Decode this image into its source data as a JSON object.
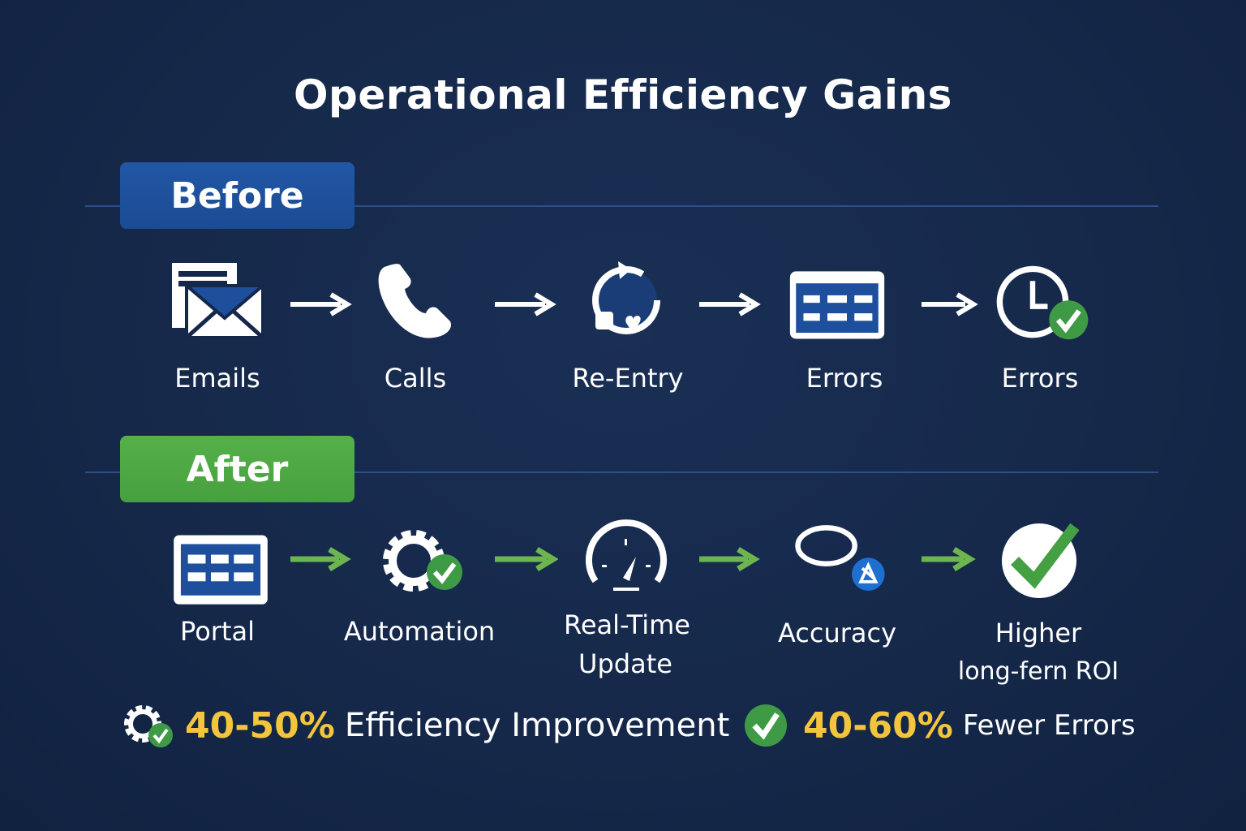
{
  "title": "Operational Efficiency Gains",
  "before": {
    "label": "Before",
    "steps": [
      {
        "label": "Emails",
        "icon": "email-icon"
      },
      {
        "label": "Calls",
        "icon": "phone-icon"
      },
      {
        "label": "Re-Entry",
        "icon": "refresh-icon"
      },
      {
        "label": "Errors",
        "icon": "grid-icon"
      },
      {
        "label": "Errors",
        "icon": "clock-check-icon"
      }
    ]
  },
  "after": {
    "label": "After",
    "steps": [
      {
        "label": "Portal",
        "icon": "portal-icon"
      },
      {
        "label": "Automation",
        "icon": "gear-check-icon"
      },
      {
        "label": "Real-Time",
        "label2": "Update",
        "icon": "speedometer-icon"
      },
      {
        "label": "Accuracy",
        "icon": "target-icon"
      },
      {
        "label": "Higher",
        "label2": "long-fern ROI",
        "icon": "check-circle-icon"
      }
    ]
  },
  "stats": [
    {
      "value": "40-50%",
      "text": "Efficiency Improvement",
      "icon": "gear-check-icon"
    },
    {
      "value": "40-60%",
      "text": "Fewer Errors",
      "icon": "check-shield-icon"
    }
  ],
  "colors": {
    "background": "#152849",
    "before": "#1d50a0",
    "after": "#4ea843",
    "highlight": "#f3c53d",
    "arrow_after": "#6cb54f"
  }
}
